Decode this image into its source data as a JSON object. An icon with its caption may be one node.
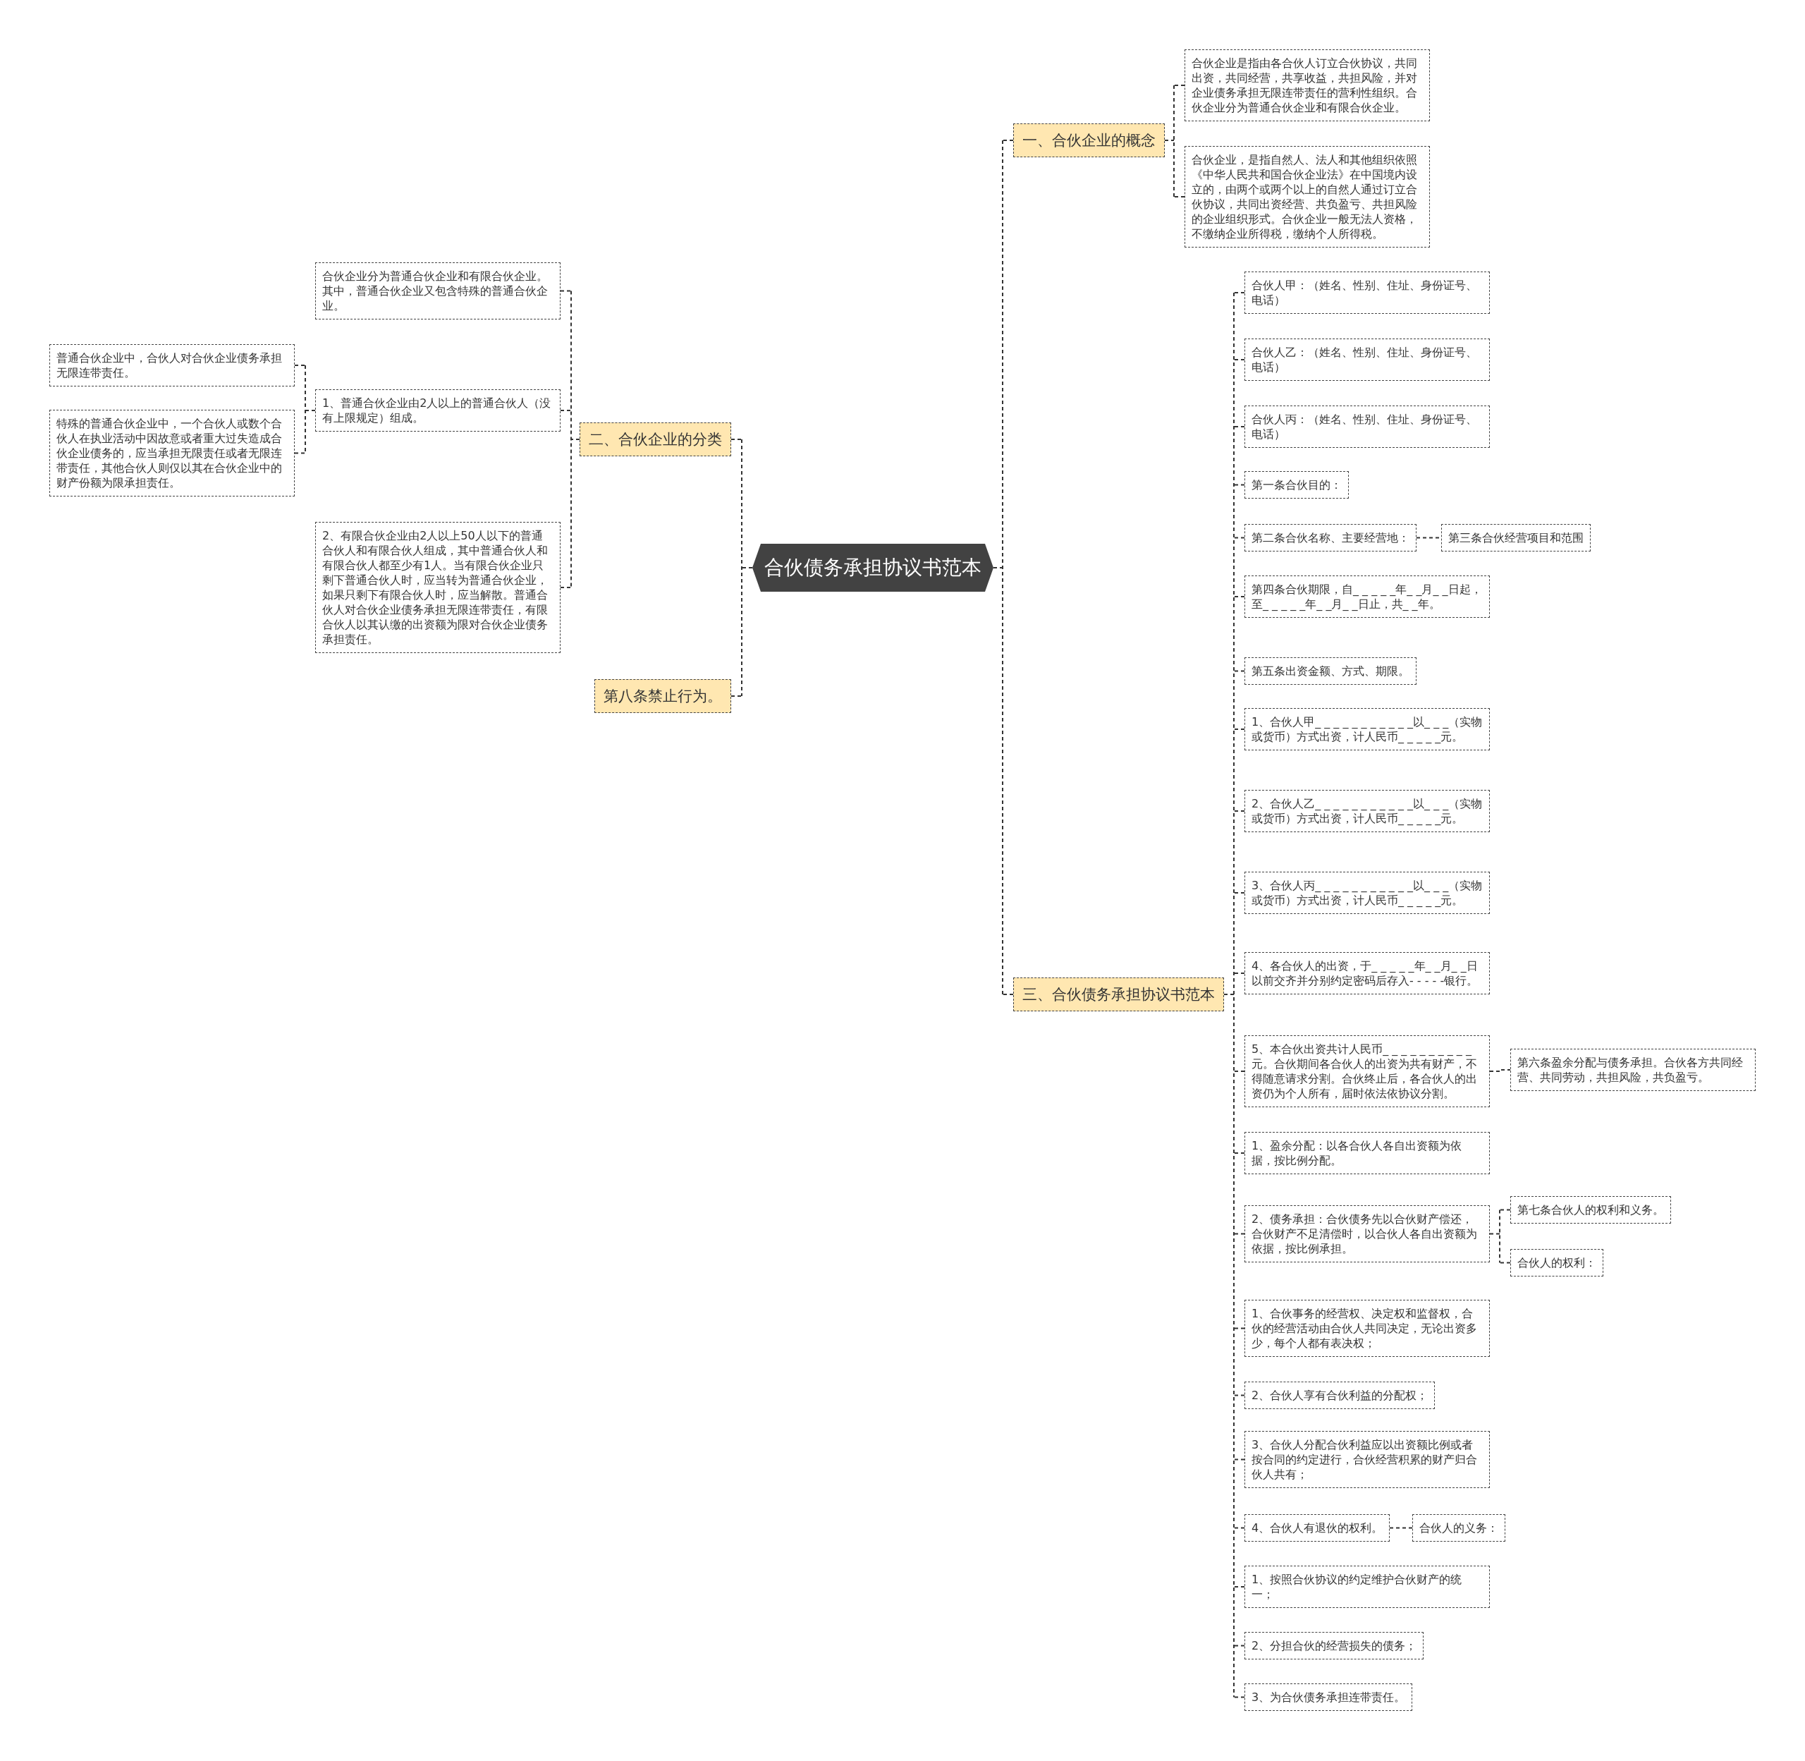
{
  "diagram": {
    "nodes": [
      {
        "text": [
          "合伙债务承担协议书范本"
        ]
      },
      {
        "text": [
          "一、合伙企业的概念"
        ]
      },
      {
        "text": [
          "合伙企业是指由各合伙人订立合伙协议，共同出资，共同经营，共享收益，共担风险，并对企业债务承担无限连带责任的营利性组织。合伙企业分为普通合伙企业和有限合伙企业。"
        ]
      },
      {
        "text": [
          "合伙企业，是指自然人、法人和其他组织依照《中华人民共和国合伙企业法》在中国境内设立的，由两个或两个以上的自然人通过订立合伙协议，共同出资经营、共负盈亏、共担风险的企业组织形式。合伙企业一般无法人资格，不缴纳企业所得税，缴纳个人所得税。"
        ]
      },
      {
        "text": [
          "二、合伙企业的分类"
        ]
      },
      {
        "text": [
          "合伙企业分为普通合伙企业和有限合伙企业。其中，普通合伙企业又包含特殊的普通合伙企业。"
        ]
      },
      {
        "text": [
          "1、普通合伙企业由2人以上的普通合伙人（没有上限规定）组成。"
        ]
      },
      {
        "text": [
          "普通合伙企业中，合伙人对合伙企业债务承担无限连带责任。"
        ]
      },
      {
        "text": [
          "特殊的普通合伙企业中，一个合伙人或数个合伙人在执业活动中因故意或者重大过失造成合伙企业债务的，应当承担无限责任或者无限连带责任，其他合伙人则仅以其在合伙企业中的财产份额为限承担责任。"
        ]
      },
      {
        "text": [
          "2、有限合伙企业由2人以上50人以下的普通合伙人和有限合伙人组成，其中普通合伙人和有限合伙人都至少有1人。当有限合伙企业只剩下普通合伙人时，应当转为普通合伙企业，如果只剩下有限合伙人时，应当解散。普通合伙人对合伙企业债务承担无限连带责任，有限合伙人以其认缴的出资额为限对合伙企业债务承担责任。"
        ]
      },
      {
        "text": [
          "第八条禁止行为。"
        ]
      },
      {
        "text": [
          "三、合伙债务承担协议书范本"
        ]
      },
      {
        "text": [
          "合伙人甲：（姓名、性别、住址、身份证号、电话）"
        ]
      },
      {
        "text": [
          "合伙人乙：（姓名、性别、住址、身份证号、电话）"
        ]
      },
      {
        "text": [
          "合伙人丙：（姓名、性别、住址、身份证号、电话）"
        ]
      },
      {
        "text": [
          "第一条合伙目的："
        ]
      },
      {
        "text": [
          "第二条合伙名称、主要经营地："
        ]
      },
      {
        "text": [
          "第三条合伙经营项目和范围"
        ]
      },
      {
        "text": [
          "第四条合伙期限，自_ _ _ _ _年_ _月_ _日起，至_ _ _ _ _年_ _月_ _日止，共_ _年。"
        ]
      },
      {
        "text": [
          "第五条出资金额、方式、期限。"
        ]
      },
      {
        "text": [
          "1、合伙人甲_ _ _ _ _ _ _ _ _ _ _以_ _ _（实物或货币）方式出资，计人民币_ _ _ _ _元。"
        ]
      },
      {
        "text": [
          "2、合伙人乙_ _ _ _ _ _ _ _ _ _ _以_ _ _（实物或货币）方式出资，计人民币_ _ _ _ _元。"
        ]
      },
      {
        "text": [
          "3、合伙人丙_ _ _ _ _ _ _ _ _ _ _以_ _ _（实物或货币）方式出资，计人民币_ _ _ _ _元。"
        ]
      },
      {
        "text": [
          "4、各合伙人的出资，于_ _ _ _ _年_ _月_ _日以前交齐并分别约定密码后存入- - - - -银行。"
        ]
      },
      {
        "text": [
          "5、本合伙出资共计人民币_ _ _ _ _ _ _ _ _ _元。合伙期间各合伙人的出资为共有财产，不得随意请求分割。合伙终止后，各合伙人的出资仍为个人所有，届时依法依协议分割。"
        ]
      },
      {
        "text": [
          "第六条盈余分配与债务承担。合伙各方共同经营、共同劳动，共担风险，共负盈亏。"
        ]
      },
      {
        "text": [
          "1、盈余分配：以各合伙人各自出资额为依据，按比例分配。"
        ]
      },
      {
        "text": [
          "2、债务承担：合伙债务先以合伙财产偿还，合伙财产不足清偿时，以合伙人各自出资额为依据，按比例承担。"
        ]
      },
      {
        "text": [
          "第七条合伙人的权利和义务。"
        ]
      },
      {
        "text": [
          "合伙人的权利："
        ]
      },
      {
        "text": [
          "1、合伙事务的经营权、决定权和监督权，合伙的经营活动由合伙人共同决定，无论出资多少，每个人都有表决权；"
        ]
      },
      {
        "text": [
          "2、合伙人享有合伙利益的分配权；"
        ]
      },
      {
        "text": [
          "3、合伙人分配合伙利益应以出资额比例或者按合同的约定进行，合伙经营积累的财产归合伙人共有；"
        ]
      },
      {
        "text": [
          "4、合伙人有退伙的权利。"
        ]
      },
      {
        "text": [
          "合伙人的义务："
        ]
      },
      {
        "text": [
          "1、按照合伙协议的约定维护合伙财产的统一；"
        ]
      },
      {
        "text": [
          "2、分担合伙的经营损失的债务；"
        ]
      },
      {
        "text": [
          "3、为合伙债务承担连带责任。"
        ]
      }
    ],
    "edges": [
      {
        "from": 0,
        "to": 1,
        "arrow": "none"
      },
      {
        "from": 1,
        "to": 2,
        "arrow": "none"
      },
      {
        "from": 1,
        "to": 3,
        "arrow": "none"
      },
      {
        "from": 0,
        "to": 4,
        "arrow": "none"
      },
      {
        "from": 4,
        "to": 5,
        "arrow": "none"
      },
      {
        "from": 4,
        "to": 6,
        "arrow": "none"
      },
      {
        "from": 6,
        "to": 7,
        "arrow": "none"
      },
      {
        "from": 6,
        "to": 8,
        "arrow": "none"
      },
      {
        "from": 4,
        "to": 9,
        "arrow": "none"
      },
      {
        "from": 0,
        "to": 10,
        "arrow": "none"
      },
      {
        "from": 0,
        "to": 11,
        "arrow": "none"
      },
      {
        "from": 11,
        "to": 12,
        "arrow": "none"
      },
      {
        "from": 11,
        "to": 13,
        "arrow": "none"
      },
      {
        "from": 11,
        "to": 14,
        "arrow": "none"
      },
      {
        "from": 11,
        "to": 15,
        "arrow": "none"
      },
      {
        "from": 11,
        "to": 16,
        "arrow": "none"
      },
      {
        "from": 16,
        "to": 17,
        "arrow": "none"
      },
      {
        "from": 11,
        "to": 18,
        "arrow": "none"
      },
      {
        "from": 11,
        "to": 19,
        "arrow": "none"
      },
      {
        "from": 11,
        "to": 20,
        "arrow": "none"
      },
      {
        "from": 11,
        "to": 21,
        "arrow": "none"
      },
      {
        "from": 11,
        "to": 22,
        "arrow": "none"
      },
      {
        "from": 11,
        "to": 23,
        "arrow": "none"
      },
      {
        "from": 11,
        "to": 24,
        "arrow": "none"
      },
      {
        "from": 24,
        "to": 25,
        "arrow": "none"
      },
      {
        "from": 11,
        "to": 26,
        "arrow": "none"
      },
      {
        "from": 11,
        "to": 27,
        "arrow": "none"
      },
      {
        "from": 27,
        "to": 28,
        "arrow": "none"
      },
      {
        "from": 27,
        "to": 29,
        "arrow": "none"
      },
      {
        "from": 11,
        "to": 30,
        "arrow": "none"
      },
      {
        "from": 11,
        "to": 31,
        "arrow": "none"
      },
      {
        "from": 11,
        "to": 32,
        "arrow": "none"
      },
      {
        "from": 11,
        "to": 33,
        "arrow": "none"
      },
      {
        "from": 33,
        "to": 34,
        "arrow": "none"
      },
      {
        "from": 11,
        "to": 35,
        "arrow": "none"
      },
      {
        "from": 11,
        "to": 36,
        "arrow": "none"
      },
      {
        "from": 11,
        "to": 37,
        "arrow": "none"
      }
    ]
  }
}
